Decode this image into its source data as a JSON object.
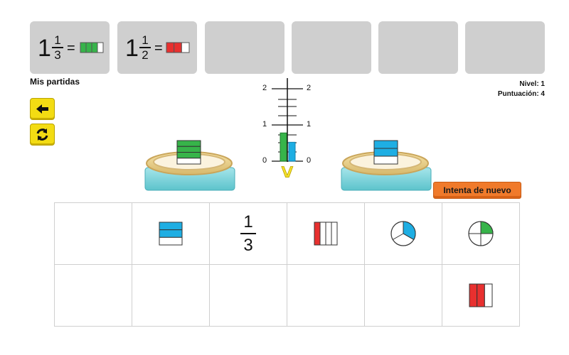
{
  "answer_slots": [
    {
      "whole": "1",
      "numerator": "1",
      "denominator": "3",
      "equals": "=",
      "bar_color": "#37b44a",
      "filled_parts": 3,
      "total_parts": 4
    },
    {
      "whole": "1",
      "numerator": "1",
      "denominator": "2",
      "equals": "=",
      "bar_color": "#e8302f",
      "filled_parts": 2,
      "total_parts": 3
    },
    {},
    {},
    {},
    {}
  ],
  "labels": {
    "my_games": "Mis partidas",
    "level": "Nivel: 1",
    "score": "Puntuación: 4",
    "retry": "Intenta de nuevo"
  },
  "buttons": {
    "back_icon": "arrow-left-icon",
    "restart_icon": "refresh-icon"
  },
  "scale": {
    "ticks": [
      "2",
      "1",
      "0"
    ],
    "comparison_symbol": ">",
    "left_pan_piece": {
      "type": "rect-horizontal",
      "filled_parts": 3,
      "total_parts": 4,
      "color": "#37b44a"
    },
    "right_pan_piece": {
      "type": "rect-horizontal",
      "filled_parts": 2,
      "total_parts": 3,
      "color": "#1eaee3"
    },
    "left_level": 1.0,
    "right_level": 0.67
  },
  "pieces_grid": {
    "row1": [
      {
        "type": "empty"
      },
      {
        "type": "rect-horizontal",
        "filled_parts": 2,
        "total_parts": 3,
        "color": "#1eaee3"
      },
      {
        "type": "fraction",
        "numerator": "1",
        "denominator": "3"
      },
      {
        "type": "rect-vertical",
        "filled_parts": 1,
        "total_parts": 4,
        "color": "#e8302f"
      },
      {
        "type": "circle",
        "filled_parts": 1,
        "total_parts": 3,
        "color": "#1eaee3"
      },
      {
        "type": "circle",
        "filled_parts": 1,
        "total_parts": 4,
        "color": "#37b44a"
      }
    ],
    "row2": [
      {
        "type": "empty"
      },
      {
        "type": "empty"
      },
      {
        "type": "empty"
      },
      {
        "type": "empty"
      },
      {
        "type": "empty"
      },
      {
        "type": "rect-vertical",
        "filled_parts": 2,
        "total_parts": 3,
        "color": "#e8302f"
      }
    ]
  }
}
